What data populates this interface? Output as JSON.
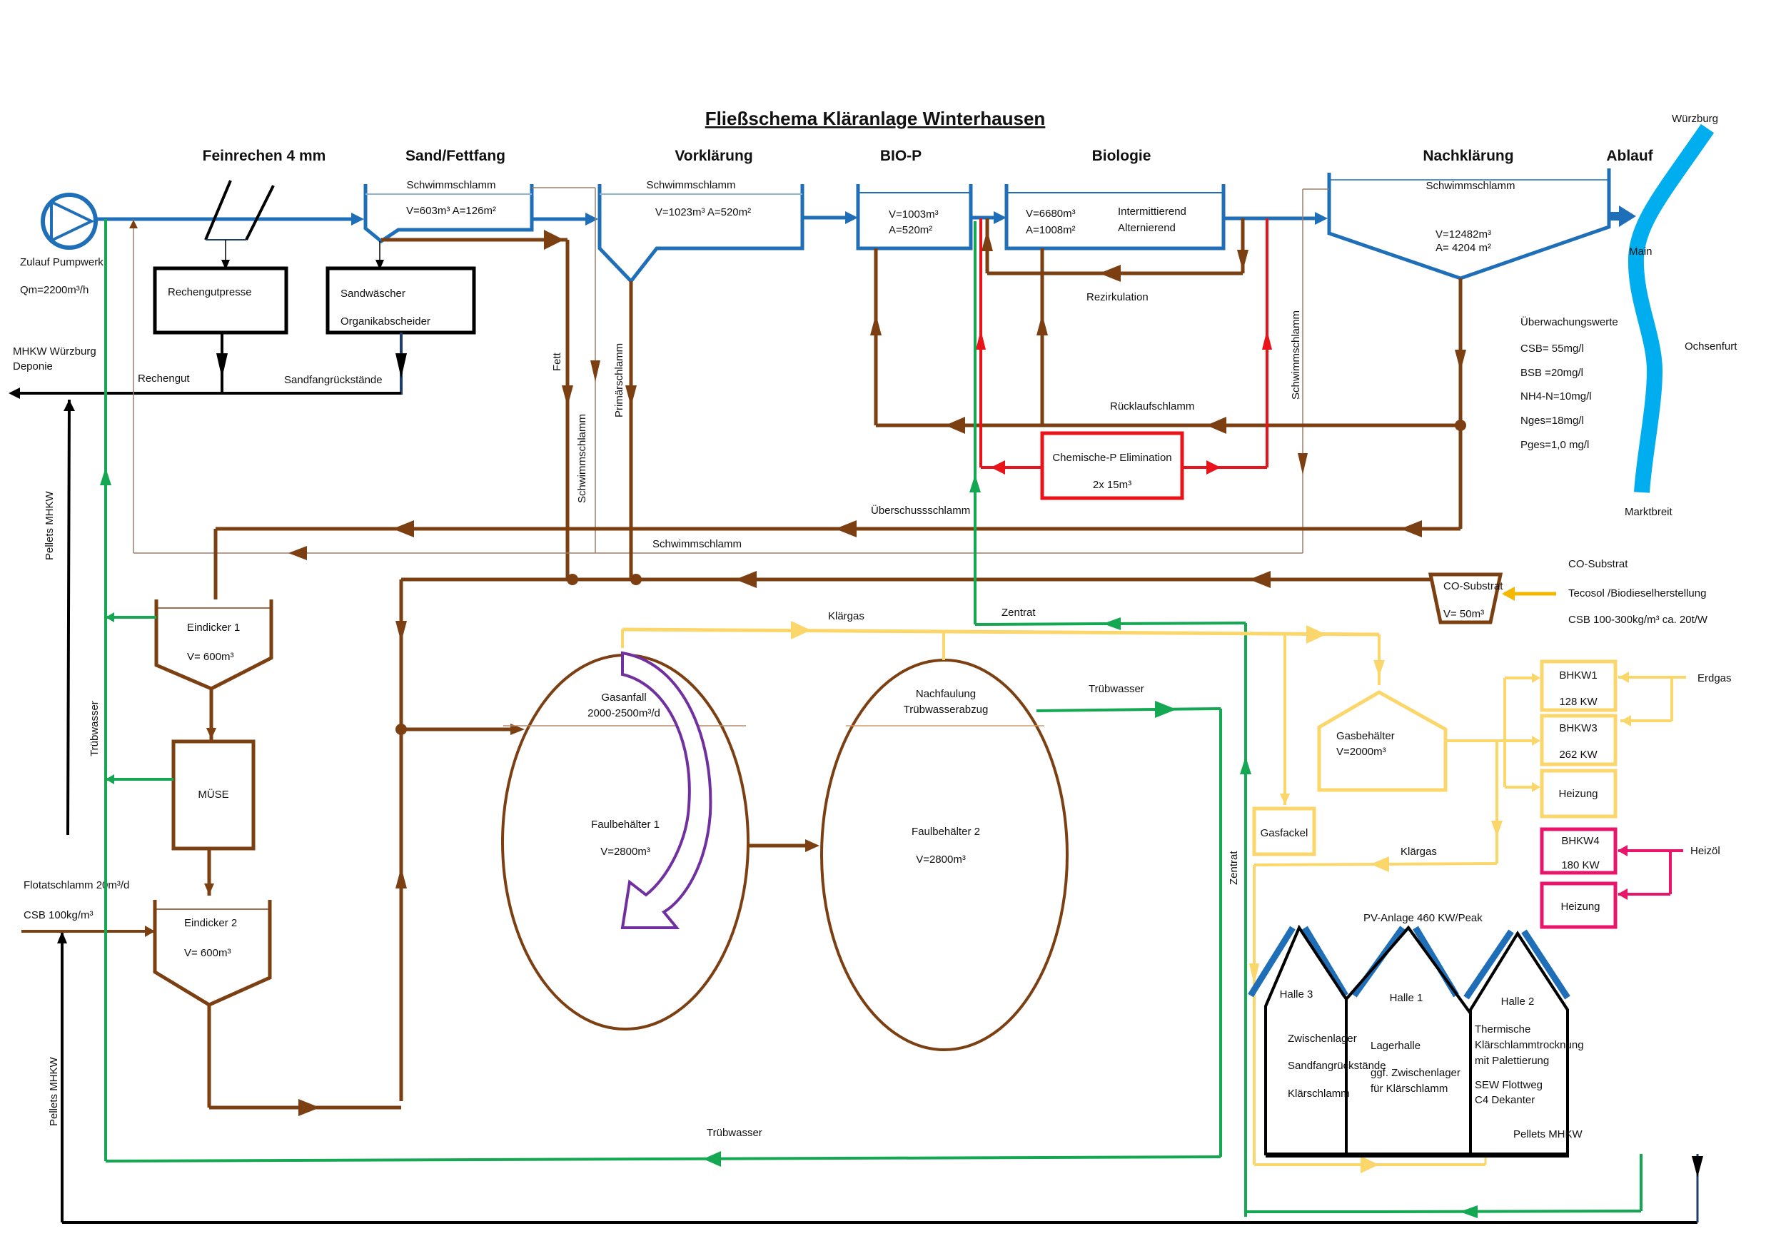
{
  "title": "Fließschema Kläranlage Winterhausen",
  "colors": {
    "water": "#1f6fb8",
    "sludge": "#7b3f12",
    "turbid_water": "#13a851",
    "chemical": "#e8141a",
    "gas": "#fbd66a",
    "oil": "#e8156b",
    "river": "#00aeef",
    "pv_panel": "#1f6fb8",
    "co_substrate_feed": "#f5b800",
    "mixing_arrow": "#7030a0"
  },
  "stage_headings": {
    "feinrechen": "Feinrechen   4 mm",
    "sandfang": "Sand/Fettfang",
    "vorklaerung": "Vorklärung",
    "biop": "BIO-P",
    "biologie": "Biologie",
    "nachklaerung": "Nachklärung",
    "ablauf": "Ablauf"
  },
  "inlet": {
    "label": "Zulauf Pumpwerk",
    "flow": "Qm=2200m³/h"
  },
  "tanks": {
    "sandfang": {
      "top": "Schwimmschlamm",
      "spec": "V=603m³ A=126m²"
    },
    "vorklaerung": {
      "top": "Schwimmschlamm",
      "spec": "V=1023m³ A=520m²"
    },
    "biop": {
      "spec1": "V=1003m³",
      "spec2": "A=520m²"
    },
    "biologie": {
      "spec1": "V=6680m³",
      "spec2": "A=1008m²",
      "mode1": "Intermittierend",
      "mode2": "Alternierend"
    },
    "nachklaerung": {
      "top": "Schwimmschlamm",
      "spec1": "V=12482m³",
      "spec2": "A= 4204 m²"
    }
  },
  "boxes": {
    "rechengutpresse": "Rechengutpresse",
    "sandwaescher": "Sandwäscher",
    "organikabscheider": "Organikabscheider",
    "chem_p_title": "Chemische-P Elimination",
    "chem_p_size": "2x 15m³",
    "eindicker1_name": "Eindicker 1",
    "eindicker1_vol": "V= 600m³",
    "muese": "MÜSE",
    "eindicker2_name": "Eindicker 2",
    "eindicker2_vol": "V= 600m³",
    "co_substrat_name": "CO-Substrat",
    "co_substrat_vol": "V= 50m³",
    "gasbehaelter_name": "Gasbehälter",
    "gasbehaelter_vol": "V=2000m³",
    "gasfackel": "Gasfackel",
    "bhkw1_name": "BHKW1",
    "bhkw1_power": "128 KW",
    "bhkw3_name": "BHKW3",
    "bhkw3_power": "262 KW",
    "heizung_gas": "Heizung",
    "bhkw4_name": "BHKW4",
    "bhkw4_power": "180 KW",
    "heizung_oil": "Heizung"
  },
  "digesters": {
    "fb1_gas_label": "Gasanfall",
    "fb1_gas_rate": "2000-2500m³/d",
    "fb1_name": "Faulbehälter 1",
    "fb1_vol": "V=2800m³",
    "fb2_top1": "Nachfaulung",
    "fb2_top2": "Trübwasserabzug",
    "fb2_name": "Faulbehälter 2",
    "fb2_vol": "V=2800m³"
  },
  "flow_labels": {
    "mhkw_wuerzburg": "MHKW Würzburg",
    "deponie": "Deponie",
    "rechengut": "Rechengut",
    "sandfangrueckstaende": "Sandfangrückstände",
    "fett": "Fett",
    "schwimmschlamm_v1": "Schwimmschlamm",
    "primaerschlamm": "Primärschlamm",
    "rezirkulation": "Rezirkulation",
    "ruecklaufschlamm": "Rücklaufschlamm",
    "schwimmschlamm_v2": "Schwimmschlamm",
    "ueberschussschlamm": "Überschussschlamm",
    "schwimmschlamm_h": "Schwimmschlamm",
    "pellets_mhkw_top": "Pellets MHKW",
    "truebwasser_v": "Trübwasser",
    "klaergas_top": "Klärgas",
    "zentrat_top": "Zentrat",
    "truebwasser_fb": "Trübwasser",
    "zentrat_v": "Zentrat",
    "klaergas_low": "Klärgas",
    "flotat1": "Flotatschlamm 20m³/d",
    "flotat2": "CSB 100kg/m³",
    "pellets_mhkw_bottom": "Pellets MHKW",
    "truebwasser_bottom": "Trübwasser",
    "erdgas": "Erdgas",
    "heizoel": "Heizöl"
  },
  "co_substrate_info": {
    "line1": "CO-Substrat",
    "line2": "Tecosol /Biodieselherstellung",
    "line3": "CSB 100-300kg/m³ ca. 20t/W"
  },
  "monitoring": {
    "heading": "Überwachungswerte",
    "values": [
      "CSB= 55mg/l",
      "BSB =20mg/l",
      "NH4-N=10mg/l",
      "Nges=18mg/l",
      "Pges=1,0 mg/l"
    ]
  },
  "river": {
    "name": "Main",
    "north": "Würzburg",
    "mid": "Ochsenfurt",
    "south": "Marktbreit"
  },
  "halls": {
    "pv": "PV-Anlage 460 KW/Peak",
    "halle3": {
      "name": "Halle 3",
      "lines": [
        "Zwischenlager",
        "Sandfangrückstände",
        "Klärschlamm"
      ]
    },
    "halle1": {
      "name": "Halle 1",
      "lines": [
        "Lagerhalle",
        "ggf. Zwischenlager",
        "für Klärschlamm"
      ]
    },
    "halle2": {
      "name": "Halle 2",
      "lines": [
        "Thermische",
        "Klärschlammtrocknung",
        "mit Palettierung",
        "SEW Flottweg",
        "C4 Dekanter",
        "Pellets MHKW"
      ]
    }
  }
}
